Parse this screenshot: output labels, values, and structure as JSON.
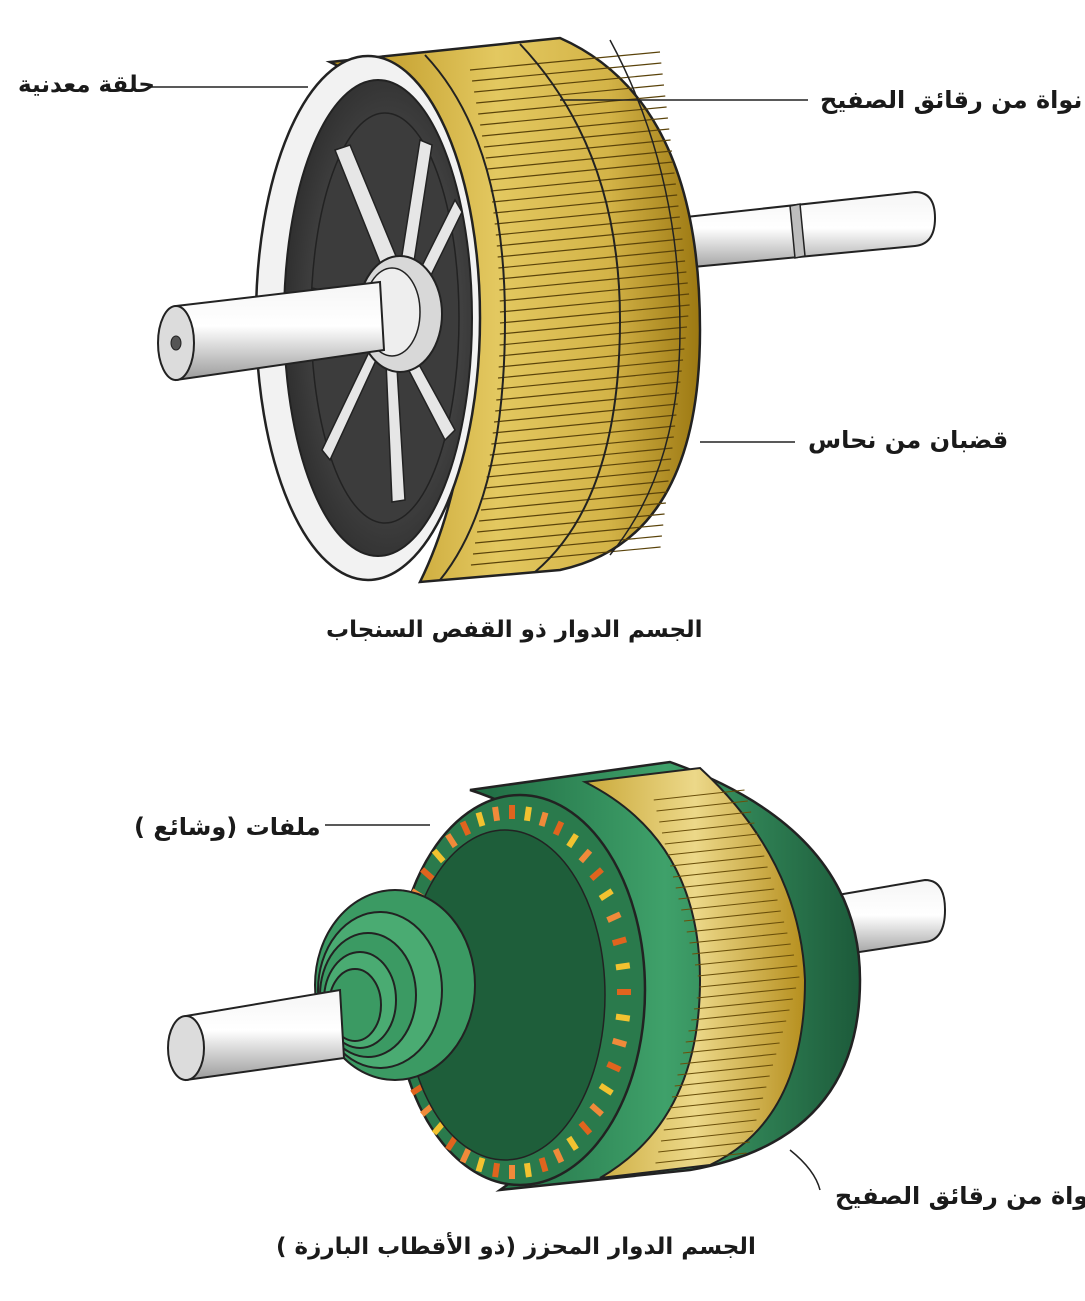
{
  "figure_top": {
    "label_metal_ring": "حلقة معدنية",
    "label_laminated_core": "نواة من رقائق الصفيح",
    "label_copper_bars": "قضبان من نحاس",
    "caption": "الجسم الدوار  ذو القفص السنجاب"
  },
  "figure_bottom": {
    "label_coils": "ملفات (وشائع )",
    "label_laminated_core": "نواة من رقائق الصفيح",
    "caption": "الجسم الدوار المحزز  (ذو الأقطاب البارزة )"
  },
  "colors": {
    "gold": "#c9a227",
    "gold_dark": "#8a6a10",
    "green": "#2f8a5a",
    "green_dark": "#1c5a3a",
    "orange": "#e0641e",
    "shaft": "#d9d9d9"
  }
}
